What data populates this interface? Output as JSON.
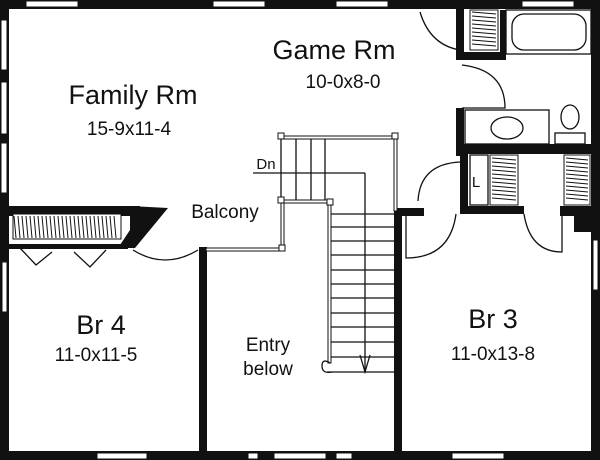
{
  "plan": {
    "rooms": [
      {
        "name": "Family Rm",
        "dims": "15-9x11-4"
      },
      {
        "name": "Game Rm",
        "dims": "10-0x8-0"
      },
      {
        "name": "Br 4",
        "dims": "11-0x11-5"
      },
      {
        "name": "Br 3",
        "dims": "11-0x13-8"
      }
    ],
    "labels": {
      "balcony": "Balcony",
      "stairs_down": "Dn",
      "entry_line1": "Entry",
      "entry_line2": "below",
      "linen": "L"
    }
  }
}
